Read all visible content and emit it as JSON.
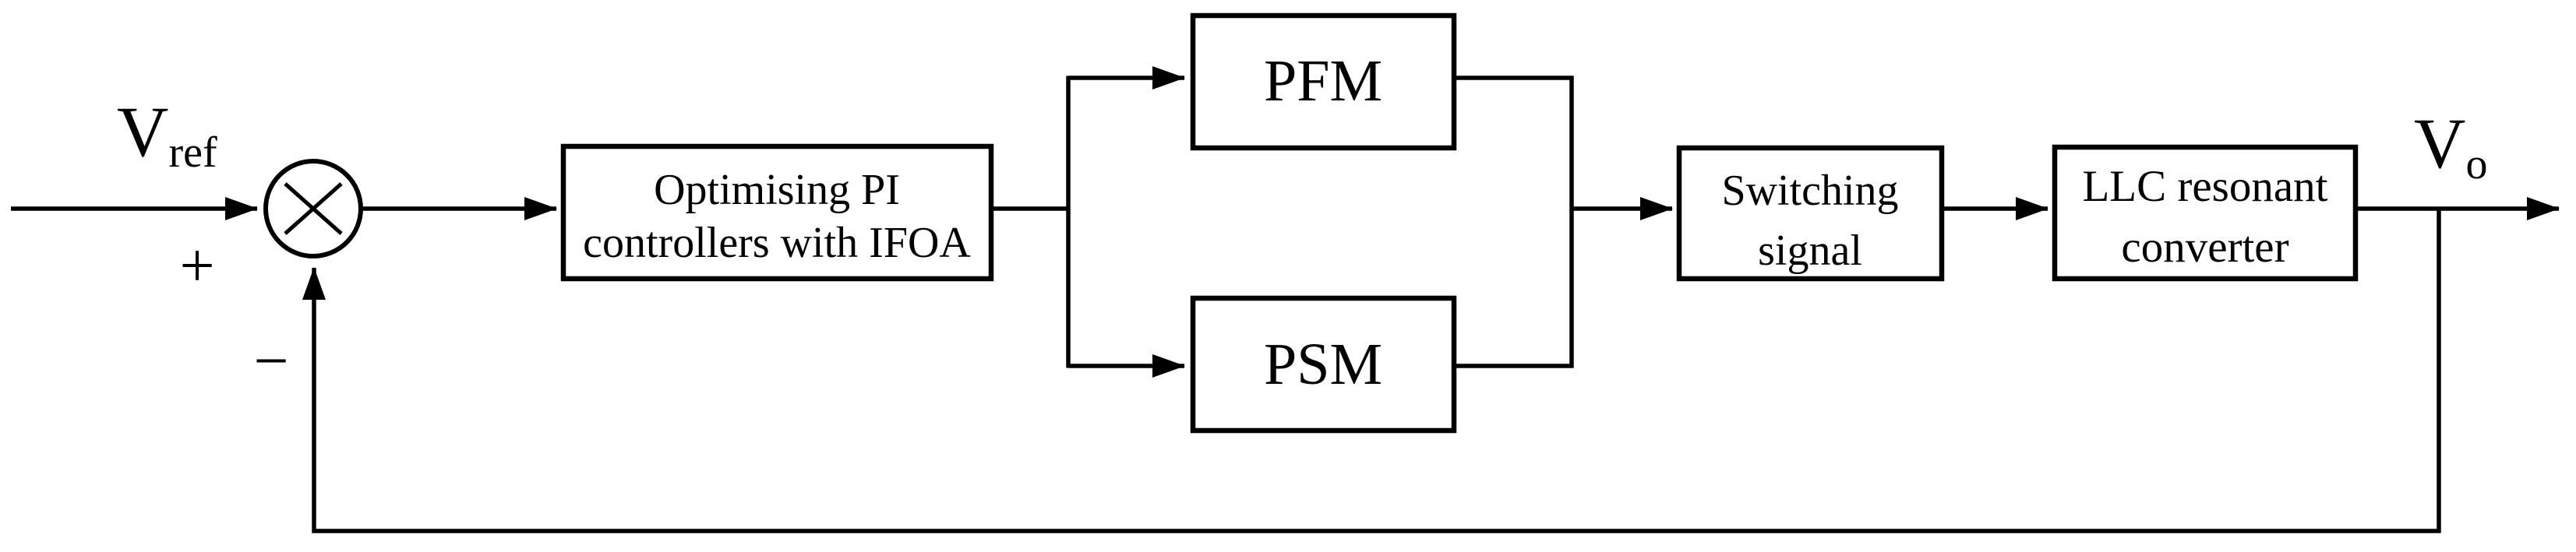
{
  "diagram": {
    "description": "Closed-loop control block diagram of an LLC resonant converter with IFOA-optimised PI controllers selecting PFM/PSM modulation",
    "colors": {
      "stroke": "#000000",
      "background": "#ffffff"
    },
    "signals": {
      "input": {
        "main": "V",
        "sub": "ref"
      },
      "output": {
        "main": "V",
        "sub": "o"
      },
      "sum_positive": "+",
      "sum_negative": "−",
      "sum_operator": "×"
    },
    "blocks": {
      "pi_controller": {
        "line1": "Optimising PI",
        "line2": "controllers with IFOA"
      },
      "pfm": {
        "label": "PFM"
      },
      "psm": {
        "label": "PSM"
      },
      "switching_signal": {
        "line1": "Switching",
        "line2": "signal"
      },
      "llc_converter": {
        "line1": "LLC resonant",
        "line2": "converter"
      }
    }
  }
}
